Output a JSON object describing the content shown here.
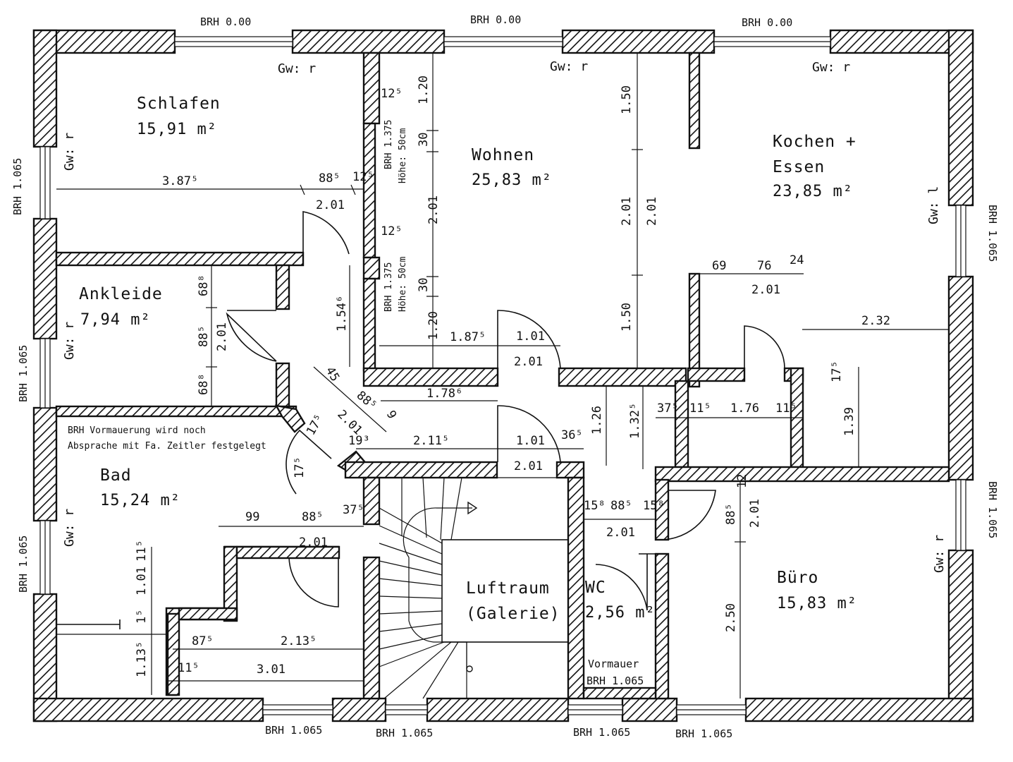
{
  "rooms": {
    "schlafen": {
      "name": "Schlafen",
      "area": "15,91 m²"
    },
    "wohnen": {
      "name": "Wohnen",
      "area": "25,83 m²"
    },
    "kochen": {
      "name1": "Kochen +",
      "name2": "Essen",
      "area": "23,85 m²"
    },
    "ankleide": {
      "name": "Ankleide",
      "area": "7,94 m²"
    },
    "bad": {
      "name": "Bad",
      "area": "15,24 m²"
    },
    "luftraum": {
      "name1": "Luftraum",
      "name2": "(Galerie)"
    },
    "wc": {
      "name": "WC",
      "area": "2,56 m²"
    },
    "buero": {
      "name": "Büro",
      "area": "15,83 m²"
    }
  },
  "brh": {
    "top": [
      "BRH 0.00",
      "BRH 0.00",
      "BRH 0.00"
    ],
    "left": [
      "BRH 1.065",
      "BRH 1.065",
      "BRH 1.065"
    ],
    "right": [
      "BRH 1.065",
      "BRH 1.065"
    ],
    "bottom": [
      "BRH 1.065",
      "BRH 1.065",
      "BRH 1.065",
      "BRH 1.065"
    ],
    "vormauer": "BRH 1.065"
  },
  "gw": {
    "r": "Gw: r",
    "l": "Gw: l"
  },
  "notes": {
    "bad_line1": "BRH Vormauerung  wird noch",
    "bad_line2": "Absprache mit Fa. Zeitler festgelegt",
    "vormauer": "Vormauer",
    "brh_wall": "BRH 1.375",
    "hoehe": "Höhe: 50cm"
  },
  "dims": {
    "schlafen_w": "3.87⁵",
    "schlafen_88": "88⁵",
    "schlafen_12": "12⁵",
    "door_201": "2.01",
    "wohnen_12a": "12⁵",
    "wohnen_12b": "12⁵",
    "wohnen_120a": "1.20",
    "wohnen_30a": "30",
    "wohnen_201": "2.01",
    "wohnen_30b": "30",
    "wohnen_120b": "1.20",
    "wohnen_150a": "1.50",
    "wohnen_201b": "2.01",
    "wohnen_201c": "2.01",
    "wohnen_150b": "1.50",
    "wohnen_187": "1.87⁵",
    "wohnen_101": "1.01",
    "wohnen_door": "2.01",
    "ankleide_68a": "68⁸",
    "ankleide_88": "88⁵",
    "ankleide_68b": "68⁸",
    "ankleide_201": "2.01",
    "flur_154": "1.54⁶",
    "flur_45": "45",
    "flur_88": "88⁵",
    "flur_9": "9",
    "flur_201": "2.01",
    "flur_178": "1.78⁶",
    "flur_17a": "17⁵",
    "flur_17b": "17⁵",
    "flur_19": "19³",
    "flur_211": "2.11⁵",
    "flur_101": "1.01",
    "flur_201b": "2.01",
    "flur_36": "36⁵",
    "kochen_69": "69",
    "kochen_76": "76",
    "kochen_24": "24",
    "kochen_201": "2.01",
    "kochen_232": "2.32",
    "kochen_17": "17⁵",
    "kochen_139": "1.39",
    "wc_126": "1.26",
    "wc_132": "1.32⁵",
    "wc_37": "37⁵",
    "abst_11a": "11⁵",
    "abst_176": "1.76",
    "abst_11b": "11⁵",
    "bad_99": "99",
    "bad_88": "88⁵",
    "bad_37": "37⁵",
    "bad_201": "2.01",
    "bad_11a": "11⁵",
    "bad_101": "1.01",
    "bad_11b": "1⁵",
    "bad_113": "1.13⁵",
    "bad_87": "87⁵",
    "bad_213": "2.13⁵",
    "bad_11c": "11⁵",
    "bad_301": "3.01",
    "wc_15a": "15⁸",
    "wc_88": "88⁵",
    "wc_15b": "15⁸",
    "wc_201": "2.01",
    "buero_88": "88⁵",
    "buero_12": "12",
    "buero_201": "2.01",
    "buero_250": "2.50"
  }
}
